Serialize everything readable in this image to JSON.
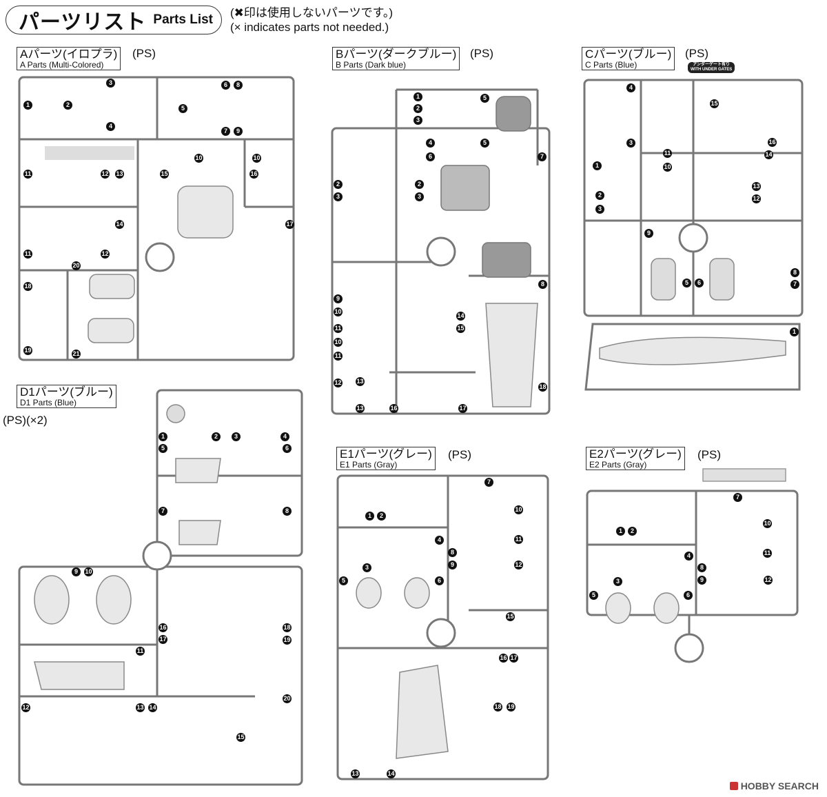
{
  "header": {
    "title_jp": "パーツリスト",
    "title_en": "Parts List",
    "note_jp": "(✖印は使用しないパーツです。)",
    "note_en": "(× indicates parts not needed.)"
  },
  "sprues": {
    "A": {
      "label_jp": "Aパーツ(イロプラ)",
      "label_en": "A Parts (Multi-Colored)",
      "material": "(PS)",
      "markers": [
        "3",
        "1",
        "2",
        "4",
        "6",
        "8",
        "5",
        "7",
        "9",
        "10",
        "10",
        "11",
        "12",
        "13",
        "15",
        "16",
        "14",
        "11",
        "12",
        "17",
        "20",
        "18",
        "19",
        "21"
      ]
    },
    "B": {
      "label_jp": "Bパーツ(ダークブルー)",
      "label_en": "B Parts (Dark blue)",
      "material": "(PS)",
      "markers": [
        "1",
        "2",
        "3",
        "5",
        "4",
        "5",
        "7",
        "6",
        "2",
        "3",
        "2",
        "3",
        "8",
        "9",
        "10",
        "14",
        "15",
        "11",
        "10",
        "11",
        "12",
        "13",
        "13",
        "16",
        "17",
        "18"
      ]
    },
    "C": {
      "label_jp": "Cパーツ(ブルー)",
      "label_en": "C Parts (Blue)",
      "material": "(PS)",
      "badge_jp": "アンダーゲート有り",
      "badge_en": "WITH UNDER GATES",
      "markers": [
        "4",
        "3",
        "15",
        "16",
        "11",
        "10",
        "14",
        "1",
        "2",
        "3",
        "13",
        "12",
        "9",
        "8",
        "7",
        "5",
        "6",
        "1"
      ]
    },
    "D1": {
      "label_jp": "D1パーツ(ブルー)",
      "label_en": "D1 Parts (Blue)",
      "material": "(PS)(×2)",
      "markers": [
        "1",
        "2",
        "3",
        "4",
        "5",
        "6",
        "7",
        "8",
        "9",
        "10",
        "11",
        "16",
        "17",
        "18",
        "19",
        "12",
        "13",
        "14",
        "20",
        "15"
      ]
    },
    "E1": {
      "label_jp": "E1パーツ(グレー)",
      "label_en": "E1 Parts (Gray)",
      "material": "(PS)",
      "markers": [
        "7",
        "1",
        "2",
        "10",
        "4",
        "11",
        "3",
        "8",
        "9",
        "12",
        "5",
        "6",
        "15",
        "16",
        "17",
        "18",
        "19",
        "13",
        "14"
      ]
    },
    "E2": {
      "label_jp": "E2パーツ(グレー)",
      "label_en": "E2 Parts (Gray)",
      "material": "(PS)",
      "markers": [
        "7",
        "1",
        "2",
        "10",
        "4",
        "11",
        "3",
        "8",
        "9",
        "12",
        "5",
        "6"
      ]
    }
  },
  "watermark": "HOBBY SEARCH"
}
